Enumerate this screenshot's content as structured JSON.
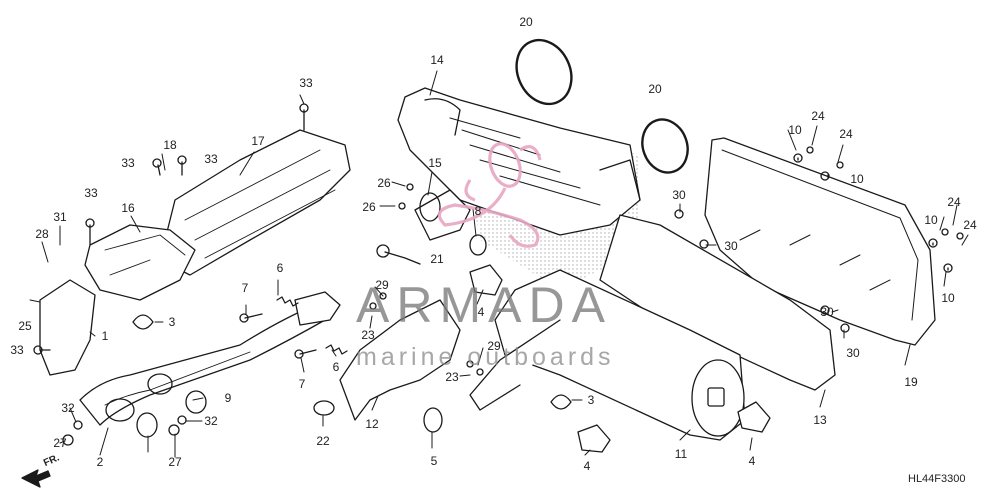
{
  "watermark": {
    "brand": "ARMADA",
    "tagline": "marine outboards",
    "accent_color": "#e8a6c2"
  },
  "diagram_code": "HL44F3300",
  "direction_label": "FR.",
  "callouts": [
    {
      "id": "c20a",
      "text": "20"
    },
    {
      "id": "c20b",
      "text": "20"
    },
    {
      "id": "c14",
      "text": "14"
    },
    {
      "id": "c33a",
      "text": "33"
    },
    {
      "id": "c33b",
      "text": "33"
    },
    {
      "id": "c33c",
      "text": "33"
    },
    {
      "id": "c33d",
      "text": "33"
    },
    {
      "id": "c33e",
      "text": "33"
    },
    {
      "id": "c18",
      "text": "18"
    },
    {
      "id": "c17",
      "text": "17"
    },
    {
      "id": "c16",
      "text": "16"
    },
    {
      "id": "c31",
      "text": "31"
    },
    {
      "id": "c28",
      "text": "28"
    },
    {
      "id": "c25",
      "text": "25"
    },
    {
      "id": "c1",
      "text": "1"
    },
    {
      "id": "c15",
      "text": "15"
    },
    {
      "id": "c26a",
      "text": "26"
    },
    {
      "id": "c26b",
      "text": "26"
    },
    {
      "id": "c8",
      "text": "8"
    },
    {
      "id": "c10a",
      "text": "10"
    },
    {
      "id": "c24a",
      "text": "24"
    },
    {
      "id": "c24b",
      "text": "24"
    },
    {
      "id": "c10b",
      "text": "10"
    },
    {
      "id": "c30a",
      "text": "30"
    },
    {
      "id": "c30b",
      "text": "30"
    },
    {
      "id": "c24c",
      "text": "24"
    },
    {
      "id": "c10c",
      "text": "10"
    },
    {
      "id": "c24d",
      "text": "24"
    },
    {
      "id": "c10d",
      "text": "10"
    },
    {
      "id": "c30c",
      "text": "30"
    },
    {
      "id": "c30d",
      "text": "30"
    },
    {
      "id": "c19",
      "text": "19"
    },
    {
      "id": "c6a",
      "text": "6"
    },
    {
      "id": "c21",
      "text": "21"
    },
    {
      "id": "c29a",
      "text": "29"
    },
    {
      "id": "c23a",
      "text": "23"
    },
    {
      "id": "c7a",
      "text": "7"
    },
    {
      "id": "c3a",
      "text": "3"
    },
    {
      "id": "c4a",
      "text": "4"
    },
    {
      "id": "c6b",
      "text": "6"
    },
    {
      "id": "c7b",
      "text": "7"
    },
    {
      "id": "c29b",
      "text": "29"
    },
    {
      "id": "c23b",
      "text": "23"
    },
    {
      "id": "c32a",
      "text": "32"
    },
    {
      "id": "c9",
      "text": "9"
    },
    {
      "id": "c32b",
      "text": "32"
    },
    {
      "id": "c27a",
      "text": "27"
    },
    {
      "id": "c2",
      "text": "2"
    },
    {
      "id": "c27b",
      "text": "27"
    },
    {
      "id": "c22",
      "text": "22"
    },
    {
      "id": "c12",
      "text": "12"
    },
    {
      "id": "c5",
      "text": "5"
    },
    {
      "id": "c3b",
      "text": "3"
    },
    {
      "id": "c4b",
      "text": "4"
    },
    {
      "id": "c11",
      "text": "11"
    },
    {
      "id": "c13",
      "text": "13"
    },
    {
      "id": "c4c",
      "text": "4"
    }
  ]
}
